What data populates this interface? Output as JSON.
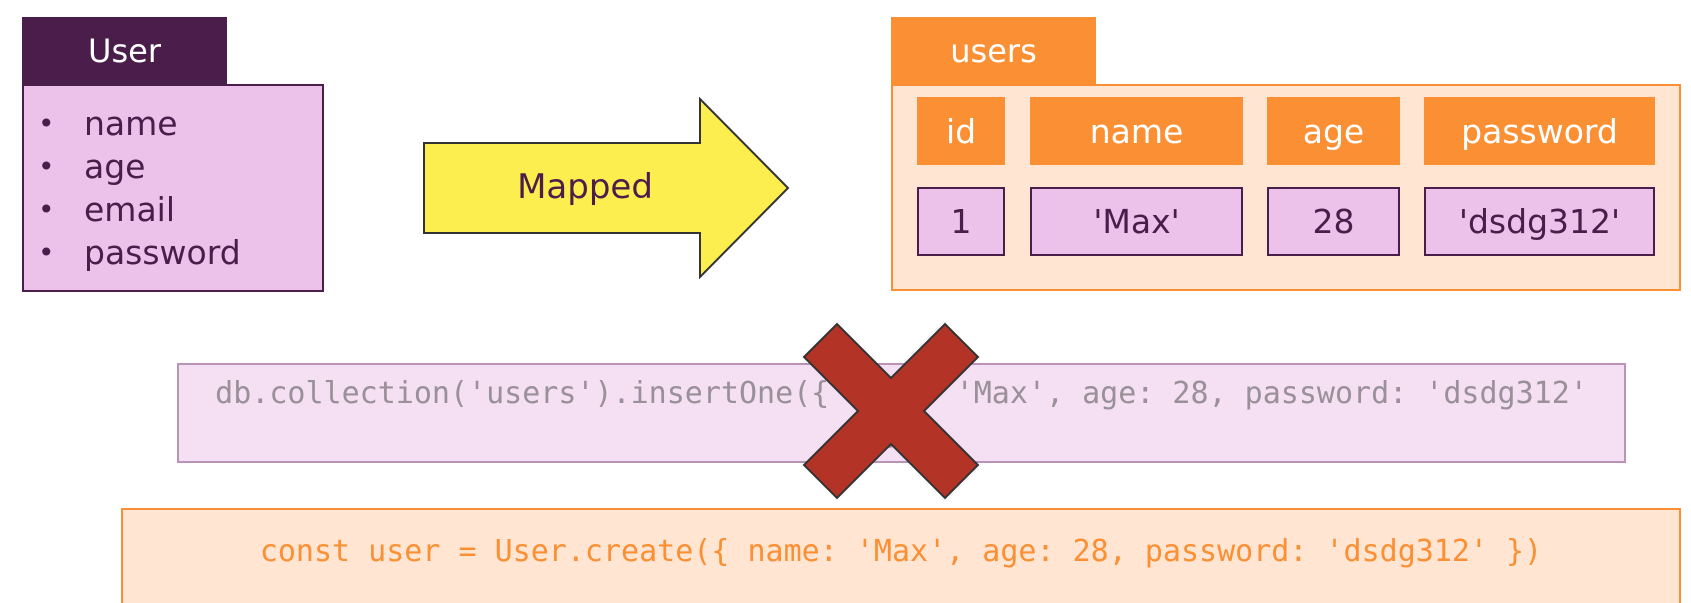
{
  "model": {
    "title": "User",
    "fields": [
      "name",
      "age",
      "email",
      "password"
    ]
  },
  "arrow": {
    "label": "Mapped"
  },
  "table": {
    "title": "users",
    "columns": [
      "id",
      "name",
      "age",
      "password"
    ],
    "row": [
      "1",
      "'Max'",
      "28",
      "'dsdg312'"
    ]
  },
  "code": {
    "rejected": "db.collection('users').insertOne({ name: 'Max', age: 28, password: 'dsdg312' })",
    "accepted": "const user = User.create({ name: 'Max', age: 28, password: 'dsdg312' })"
  },
  "colors": {
    "model_dark": "#4a1d4a",
    "model_fill": "#ecc1ea",
    "table_orange": "#fb8f34",
    "table_fill": "#ffe5d2",
    "arrow_yellow": "#fdee50",
    "cross_red": "#b33426"
  },
  "icons": {
    "rejection": "cross-icon"
  }
}
